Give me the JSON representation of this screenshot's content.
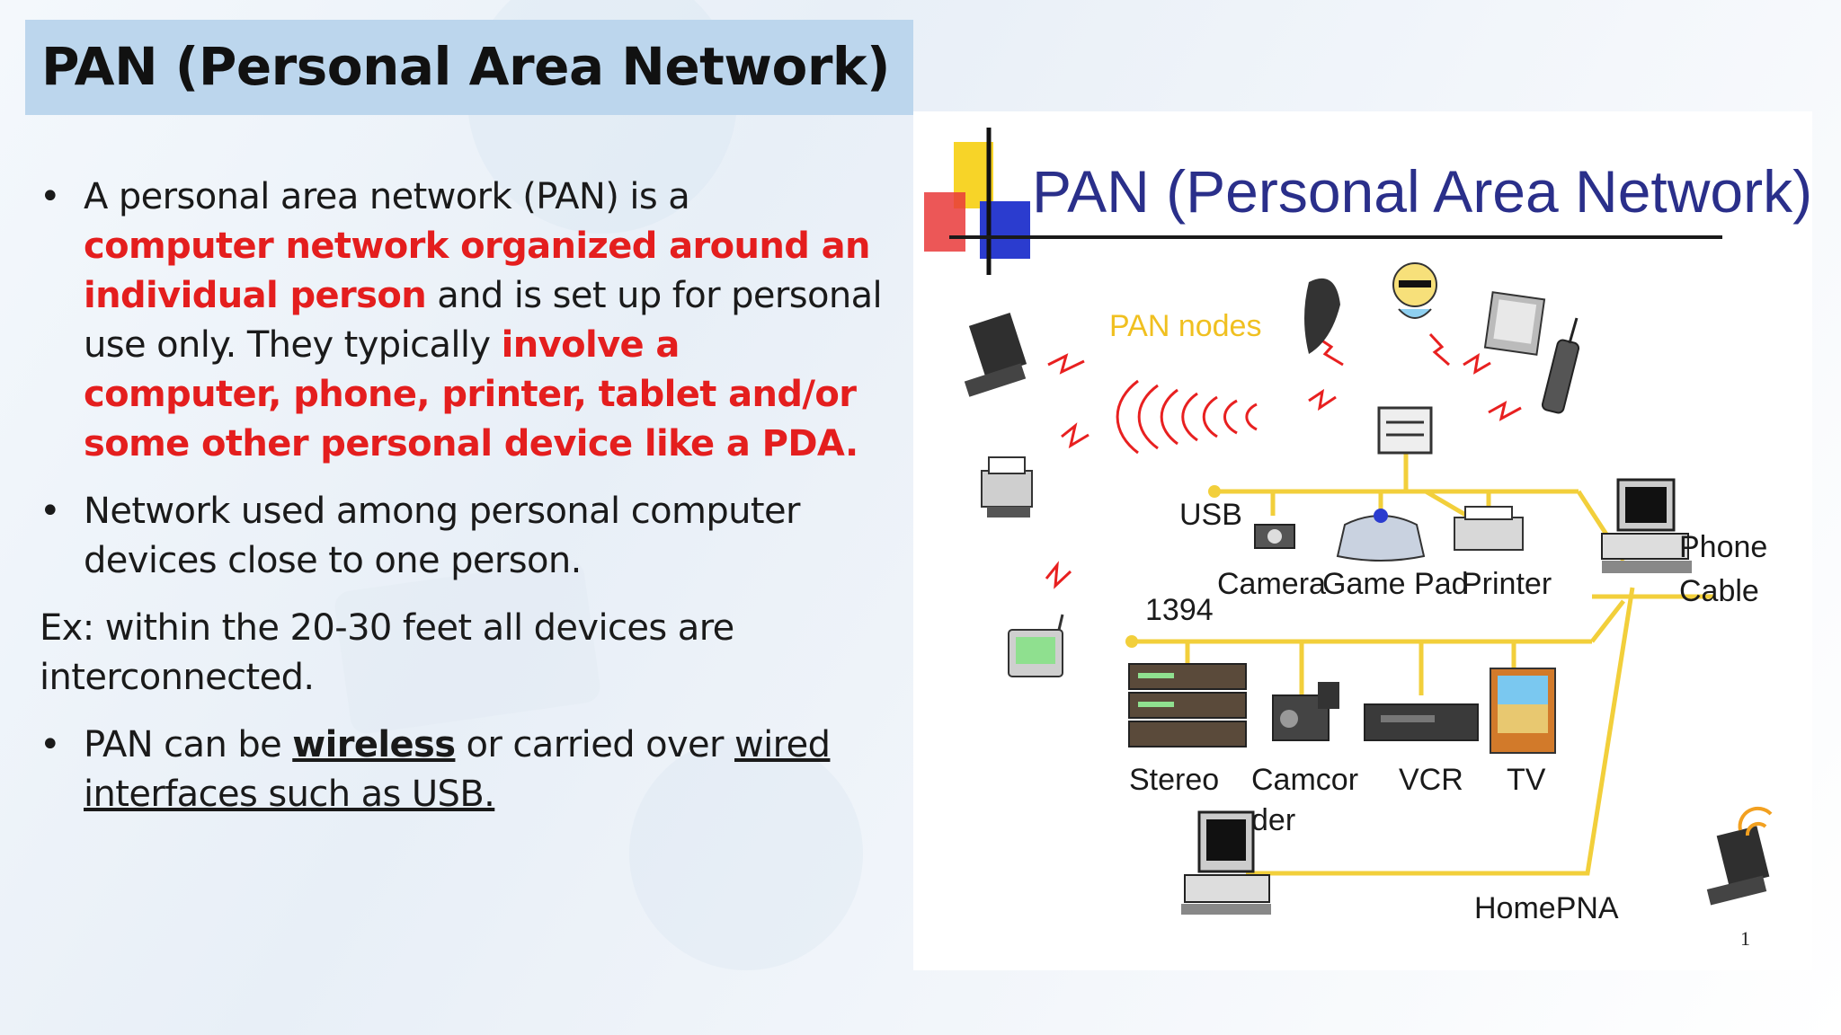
{
  "slide": {
    "title": "PAN (Personal Area Network)",
    "bullet1": {
      "part1": "A personal area network (PAN) is a ",
      "red1": "computer network organized around an individual person",
      "part2": " and is set up for personal use only. They typically ",
      "red2": "involve a computer, phone, printer, tablet and/or some other personal device like a PDA."
    },
    "bullet2": "Network used among personal computer devices close to one person.",
    "example": "Ex: within the 20-30 feet all devices are interconnected.",
    "bullet3": {
      "part1": "PAN can be ",
      "wireless": "wireless",
      "part2": " or carried over ",
      "wired": "wired interfaces such as USB."
    }
  },
  "figure": {
    "heading": "PAN (Personal Area Network)",
    "labels": {
      "pan_nodes": "PAN nodes",
      "usb": "USB",
      "camera": "Camera",
      "game_pad": "Game Pad",
      "printer": "Printer",
      "phone": "Phone",
      "cable": "Cable",
      "n1394": "1394",
      "stereo": "Stereo",
      "camcor": "Camcor",
      "der": "der",
      "vcr": "VCR",
      "tv": "TV",
      "homepna": "HomePNA",
      "page": "1"
    },
    "colors": {
      "wire": "#f2cf3b",
      "signal": "#e82020",
      "heading": "#2a2f8a"
    }
  }
}
